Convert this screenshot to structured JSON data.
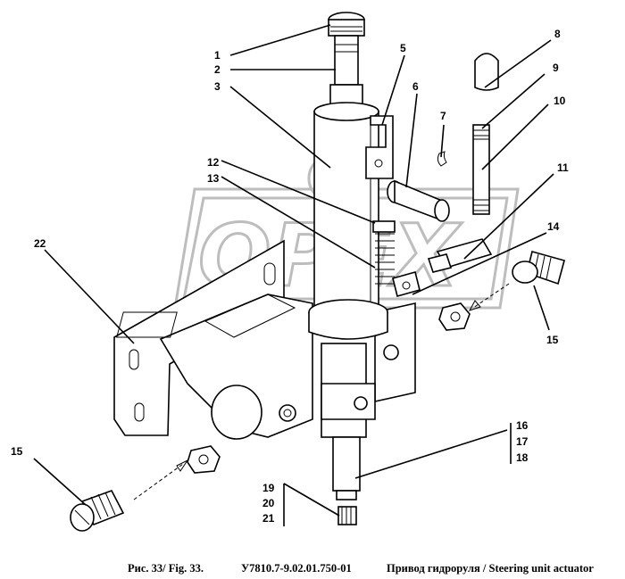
{
  "diagram": {
    "labels": [
      "1",
      "2",
      "3",
      "5",
      "6",
      "7",
      "8",
      "9",
      "10",
      "11",
      "12",
      "13",
      "14",
      "15",
      "15",
      "16",
      "17",
      "18",
      "19",
      "20",
      "21",
      "22"
    ],
    "caption": {
      "fig": "Рис. 33/ Fig. 33.",
      "code": "У7810.7-9.02.01.750-01",
      "title": "Привод гидроруля / Steering unit actuator"
    },
    "watermark": "OPEX"
  }
}
